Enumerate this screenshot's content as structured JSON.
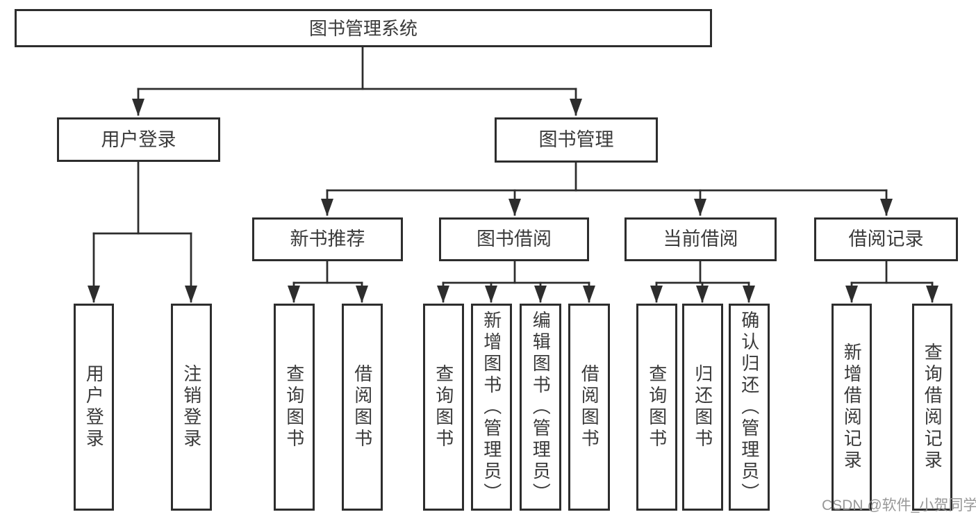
{
  "root": {
    "label": "图书管理系统"
  },
  "branches": {
    "user_login": {
      "label": "用户登录",
      "children": [
        "用户登录",
        "注销登录"
      ]
    },
    "book_management": {
      "label": "图书管理",
      "groups": {
        "new_book_recommend": {
          "label": "新书推荐",
          "children": [
            "查询图书",
            "借阅图书"
          ]
        },
        "book_borrowing": {
          "label": "图书借阅",
          "children": [
            "查询图书",
            "新增图书（管理员）",
            "编辑图书（管理员）",
            "借阅图书"
          ]
        },
        "current_borrowing": {
          "label": "当前借阅",
          "children": [
            "查询图书",
            "归还图书",
            "确认归还（管理员）"
          ]
        },
        "borrowing_records": {
          "label": "借阅记录",
          "children": [
            "新增借阅记录",
            "查询借阅记录"
          ]
        }
      }
    }
  },
  "watermark": "CSDN @软件_小贺同学",
  "colors": {
    "line": "#2d2d2d",
    "text": "#3a3a3a",
    "watermark": "#8e8e8e",
    "background": "#ffffff"
  }
}
